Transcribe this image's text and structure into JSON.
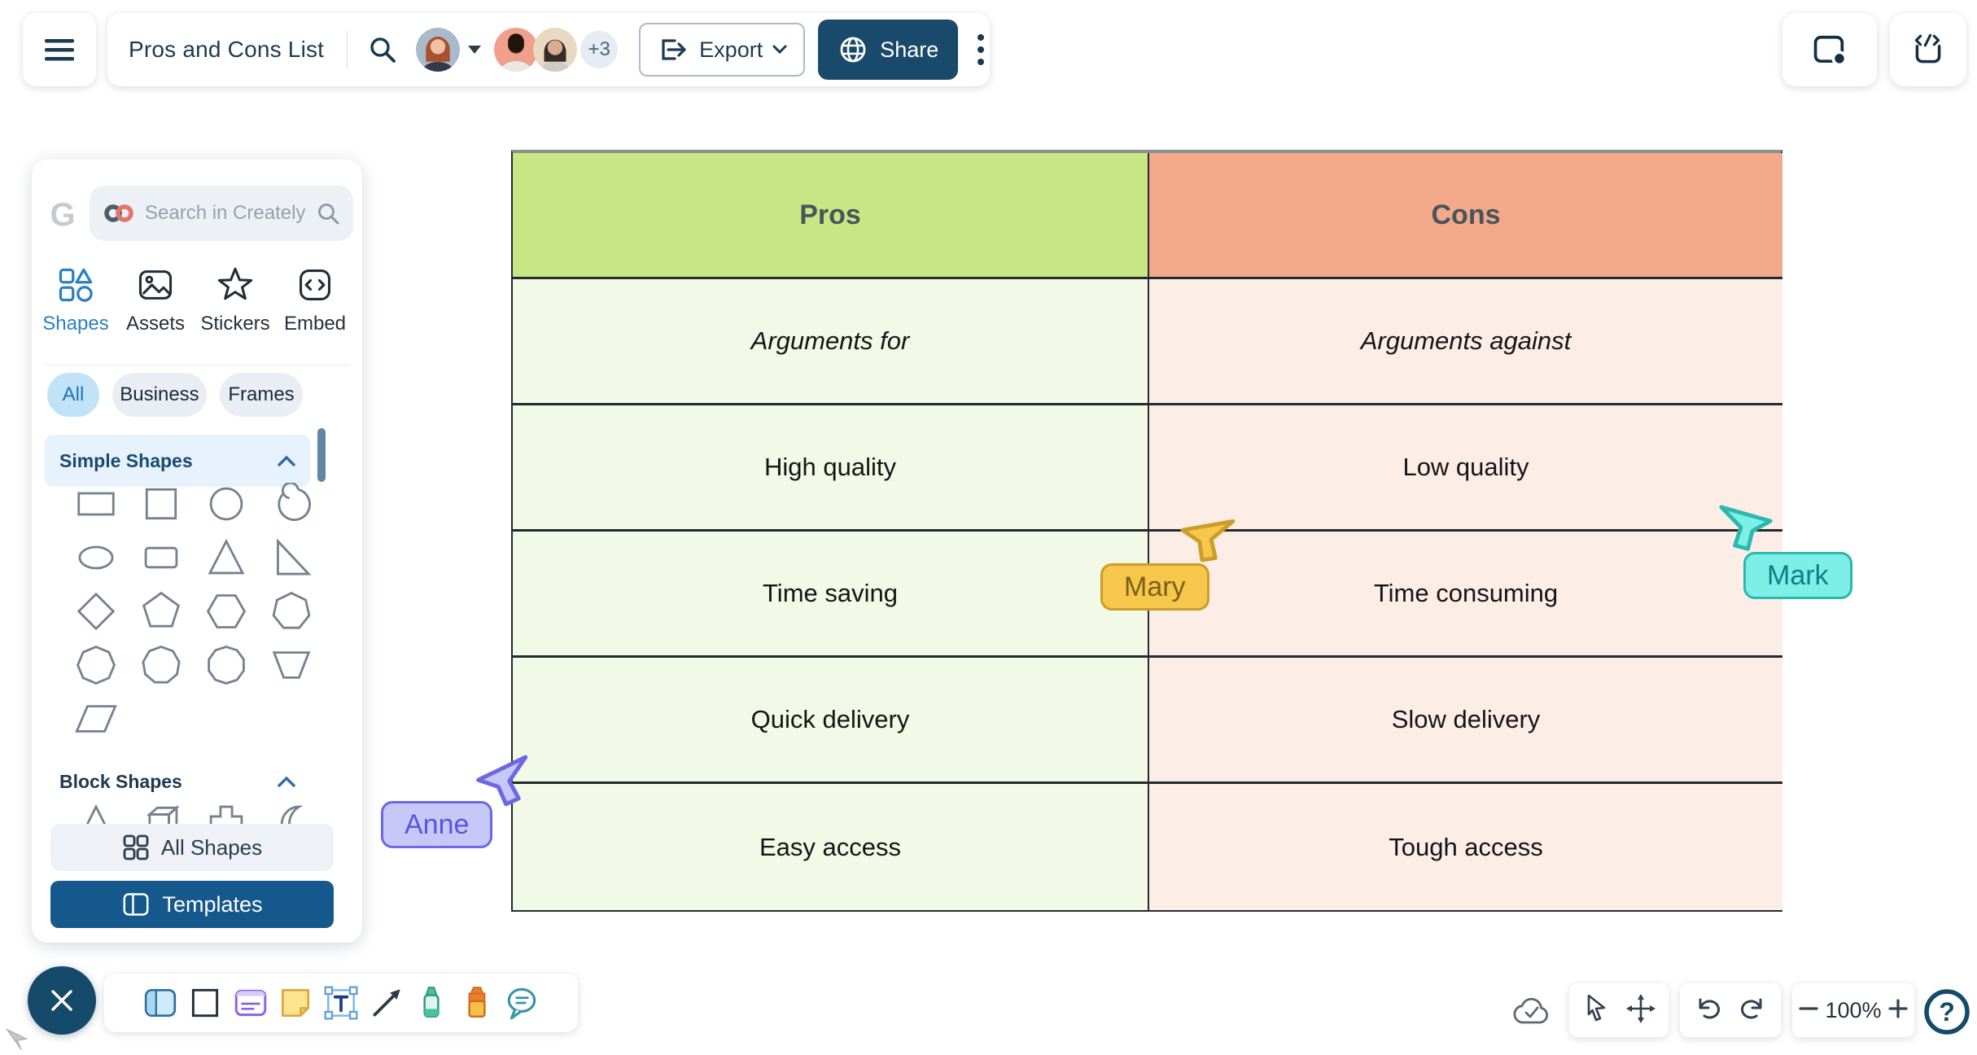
{
  "header": {
    "title": "Pros and Cons List",
    "export_label": "Export",
    "share_label": "Share",
    "collaborators_extra": "+3",
    "icons": [
      "menu-icon",
      "search-icon",
      "avatar-dropdown-caret",
      "export-icon",
      "globe-icon",
      "kebab-menu-icon",
      "present-frame-icon",
      "embed-code-icon"
    ]
  },
  "panel": {
    "logo_letter": "G",
    "search_placeholder": "Search in Creately",
    "tabs": [
      {
        "label": "Shapes",
        "active": true
      },
      {
        "label": "Assets",
        "active": false
      },
      {
        "label": "Stickers",
        "active": false
      },
      {
        "label": "Embed",
        "active": false
      }
    ],
    "filters": [
      {
        "label": "All",
        "active": true
      },
      {
        "label": "Business",
        "active": false
      },
      {
        "label": "Frames",
        "active": false
      }
    ],
    "simple_shapes_label": "Simple Shapes",
    "block_shapes_label": "Block Shapes",
    "all_shapes_label": "All Shapes",
    "templates_label": "Templates",
    "simple_shape_icons": [
      "rectangle",
      "square",
      "circle",
      "spiral",
      "ellipse",
      "rounded-rectangle",
      "triangle",
      "right-triangle",
      "diamond",
      "pentagon",
      "hexagon",
      "heptagon",
      "octagon",
      "nonagon",
      "decagon",
      "trapezoid",
      "parallelogram"
    ],
    "block_shape_icons": [
      "triangle",
      "cube",
      "cross",
      "crescent"
    ]
  },
  "canvas": {
    "table": {
      "columns": [
        {
          "header": "Pros",
          "header_color": "#C8E784",
          "body_color": "#F2F9E6",
          "rows": [
            "Arguments for",
            "High quality",
            "Time saving",
            "Quick delivery",
            "Easy access"
          ]
        },
        {
          "header": "Cons",
          "header_color": "#F2A98A",
          "body_color": "#FCEEE7",
          "rows": [
            "Arguments against",
            "Low quality",
            "Time consuming",
            "Slow delivery",
            "Tough access"
          ]
        }
      ]
    },
    "cursors": [
      {
        "name": "Mary",
        "fill": "#F6C74B",
        "border": "#CC9D28",
        "text": "#7C6018"
      },
      {
        "name": "Mark",
        "fill": "#7DEFE6",
        "border": "#2CB7AF",
        "text": "#0F7E88"
      },
      {
        "name": "Anne",
        "fill": "#C8C8F8",
        "border": "#6C67E4",
        "text": "#5A54DE"
      }
    ]
  },
  "controls": {
    "zoom_level": "100%",
    "help_glyph": "?",
    "icons": [
      "cloud-sync-check-icon",
      "pointer-icon",
      "pan-icon",
      "undo-icon",
      "redo-icon",
      "zoom-out-icon",
      "zoom-in-icon",
      "help-icon"
    ]
  },
  "colors": {
    "brand_navy": "#1A4A6B",
    "templates_blue": "#15588C",
    "active_blue": "#2880C4",
    "chip_active_bg": "#C2E2F8",
    "header_green": "#C8E784",
    "header_salmon": "#F2A98A"
  }
}
